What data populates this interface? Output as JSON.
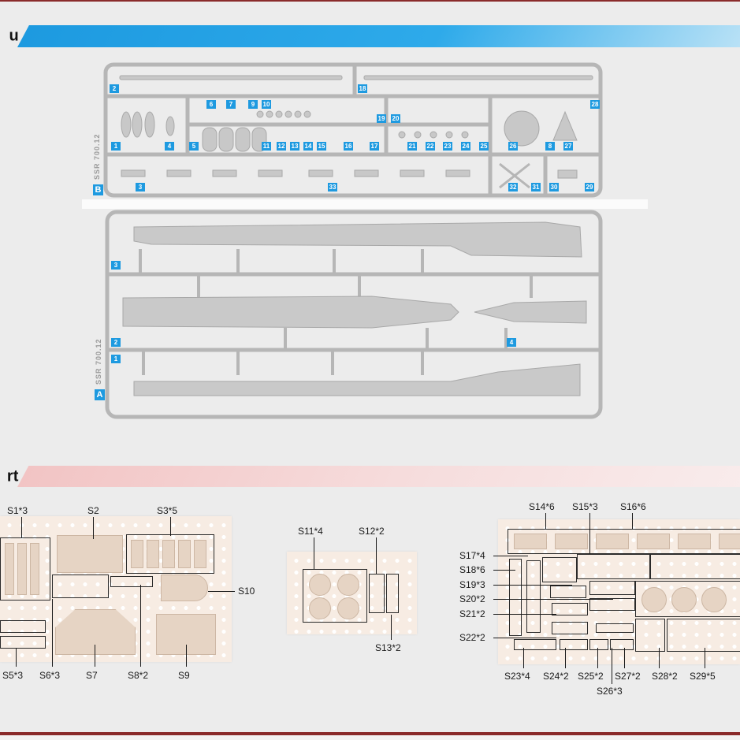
{
  "sections": {
    "sprue_header_tail": "u",
    "resin_header_tail": "rt"
  },
  "sprue_b": {
    "letter": "B",
    "code": "SSR 700.12",
    "parts": [
      "1",
      "2",
      "3",
      "4",
      "5",
      "6",
      "7",
      "8",
      "9",
      "10",
      "11",
      "12",
      "13",
      "14",
      "15",
      "16",
      "17",
      "18",
      "19",
      "20",
      "21",
      "22",
      "23",
      "24",
      "25",
      "26",
      "27",
      "28",
      "29",
      "30",
      "31",
      "32",
      "33"
    ]
  },
  "sprue_a": {
    "letter": "A",
    "code": "SSR 700.12",
    "parts": [
      "1",
      "2",
      "3",
      "4"
    ]
  },
  "resin_left": {
    "labels_top": [
      "S1*3",
      "S2",
      "S3*5"
    ],
    "label_side": "S10",
    "labels_bottom": [
      "S5*3",
      "S6*3",
      "S7",
      "S8*2",
      "S9"
    ]
  },
  "resin_mid": {
    "labels": [
      "S11*4",
      "S12*2",
      "S13*2"
    ]
  },
  "resin_right": {
    "labels_top": [
      "S14*6",
      "S15*3",
      "S16*6"
    ],
    "labels_left": [
      "S17*4",
      "S18*6",
      "S19*3",
      "S20*2",
      "S21*2",
      "S22*2"
    ],
    "labels_bottom": [
      "S23*4",
      "S24*2",
      "S25*2",
      "S27*2",
      "S28*2",
      "S29*5"
    ],
    "label_extra": "S26*3"
  },
  "colors": {
    "accent_blue": "#1e9ae0",
    "accent_red": "#8a2b2b",
    "resin": "#f7ece3",
    "plastic": "#b5b5b5"
  }
}
